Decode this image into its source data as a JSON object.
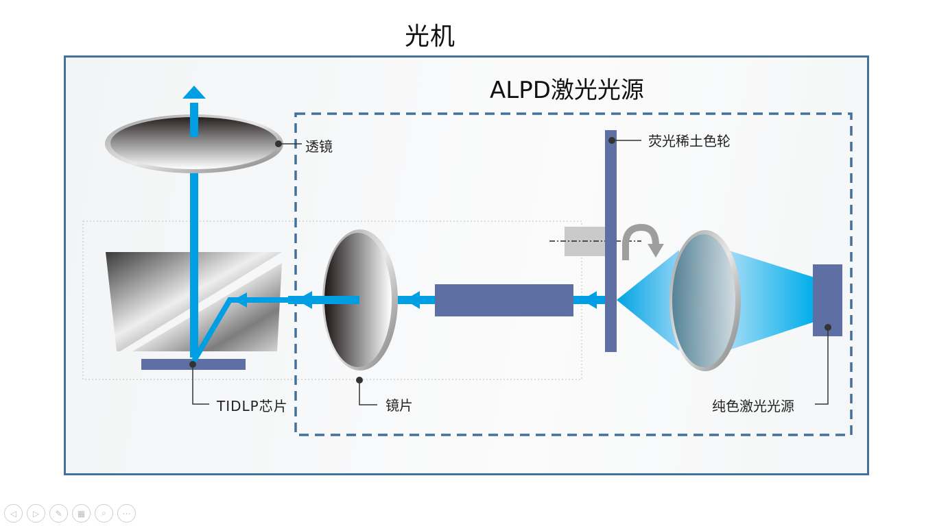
{
  "slide": {
    "title": "光机"
  },
  "diagram": {
    "section_title": "ALPD激光光源",
    "labels": {
      "lens_top": "透镜",
      "phosphor_wheel": "荧光稀土色轮",
      "dlp_chip": "TIDLP芯片",
      "mirror": "镜片",
      "laser_source": "纯色激光光源"
    },
    "colors": {
      "frame_border": "#41719c",
      "light_beam": "#009fe3",
      "component_fill": "#5e6fa3",
      "dashed_box": "#41719c"
    }
  },
  "navigation": {
    "buttons": [
      {
        "name": "previous",
        "icon": "◁"
      },
      {
        "name": "next",
        "icon": "▷"
      },
      {
        "name": "pen",
        "icon": "✎"
      },
      {
        "name": "slides",
        "icon": "▦"
      },
      {
        "name": "zoom",
        "icon": "⌕"
      },
      {
        "name": "more",
        "icon": "⋯"
      }
    ]
  }
}
